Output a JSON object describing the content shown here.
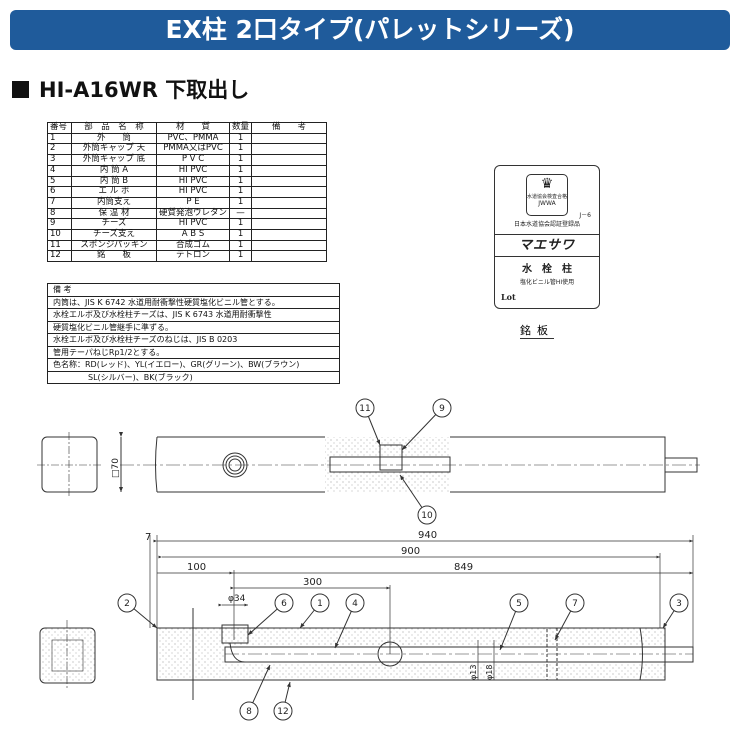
{
  "header": {
    "title": "EX柱 2口タイプ(パレットシリーズ)",
    "model": "HI-A16WR 下取出し"
  },
  "parts_table": {
    "headers": [
      "番号",
      "部　品　名　称",
      "材　　質",
      "数量",
      "備　　考"
    ],
    "rows": [
      [
        "1",
        "外　　筒",
        "PVC、PMMA",
        "1",
        ""
      ],
      [
        "2",
        "外筒キャップ 天",
        "PMMA又はPVC",
        "1",
        ""
      ],
      [
        "3",
        "外筒キャップ 底",
        "P V C",
        "1",
        ""
      ],
      [
        "4",
        "内 筒 A",
        "HI PVC",
        "1",
        ""
      ],
      [
        "5",
        "内 筒 B",
        "HI PVC",
        "1",
        ""
      ],
      [
        "6",
        "エ ル ボ",
        "HI PVC",
        "1",
        ""
      ],
      [
        "7",
        "内筒支え",
        "P E",
        "1",
        ""
      ],
      [
        "8",
        "保 温 材",
        "硬質発泡ウレタン",
        "—",
        ""
      ],
      [
        "9",
        "チーズ",
        "HI PVC",
        "1",
        ""
      ],
      [
        "10",
        "チーズ支え",
        "A B S",
        "1",
        ""
      ],
      [
        "11",
        "スポンジパッキン",
        "合成ゴム",
        "1",
        ""
      ],
      [
        "12",
        "銘　　板",
        "テトロン",
        "1",
        ""
      ]
    ]
  },
  "remarks": {
    "title": "備 考",
    "lines": [
      "内筒は、JIS K 6742 水道用耐衝撃性硬質塩化ビニル管とする。",
      "水栓エルボ及び水栓柱チーズは、JIS K 6743 水道用耐衝撃性",
      "硬質塩化ビニル管継手に準ずる。",
      "水栓エルボ及び水栓柱チーズのねじは、JIS B 0203",
      "管用テーパねじRp1/2とする。",
      "色名称：RD(レッド)、YL(イエロー)、GR(グリーン)、BW(ブラウン)",
      "SL(シルバー)、BK(ブラック)"
    ]
  },
  "nameplate": {
    "assoc": "水道協会検査合格",
    "jwwa": "JWWA",
    "code": "J－6",
    "cert": "日本水道協会認証登録品",
    "brand": "マエサワ",
    "product": "水　栓　柱",
    "spec": "塩化ビニル管HI使用",
    "lot": "Lot",
    "caption": "銘板"
  },
  "drawing": {
    "square_dim": "□70",
    "dims": {
      "d7": "7",
      "d940": "940",
      "d900": "900",
      "d100": "100",
      "d849": "849",
      "d300": "300",
      "phi34": "φ34",
      "phi13": "φ13",
      "phi18": "φ18"
    },
    "callouts": {
      "c1": "1",
      "c2": "2",
      "c3": "3",
      "c4": "4",
      "c5": "5",
      "c6": "6",
      "c7": "7",
      "c8": "8",
      "c9": "9",
      "c10": "10",
      "c11": "11",
      "c12": "12"
    }
  }
}
